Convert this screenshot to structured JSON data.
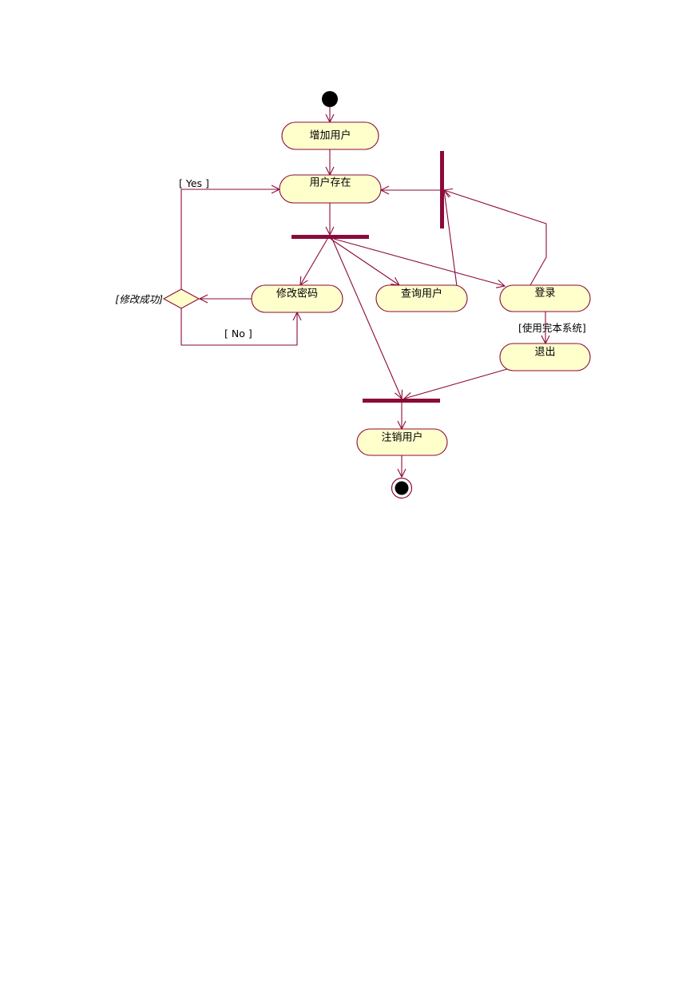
{
  "diagram": {
    "colors": {
      "activity_fill": "#ffffcc",
      "stroke": "#8b0a3a",
      "bar": "#8b0a3a",
      "node_black": "#000000"
    },
    "activities": {
      "add_user": "增加用户",
      "user_exists": "用户存在",
      "change_password": "修改密码",
      "query_user": "查询用户",
      "login": "登录",
      "logout": "退出",
      "cancel_user": "注销用户"
    },
    "guards": {
      "yes": "[ Yes ]",
      "no": "[ No ]",
      "modify_success": "[修改成功]",
      "finish_use": "[使用完本系统]"
    }
  }
}
